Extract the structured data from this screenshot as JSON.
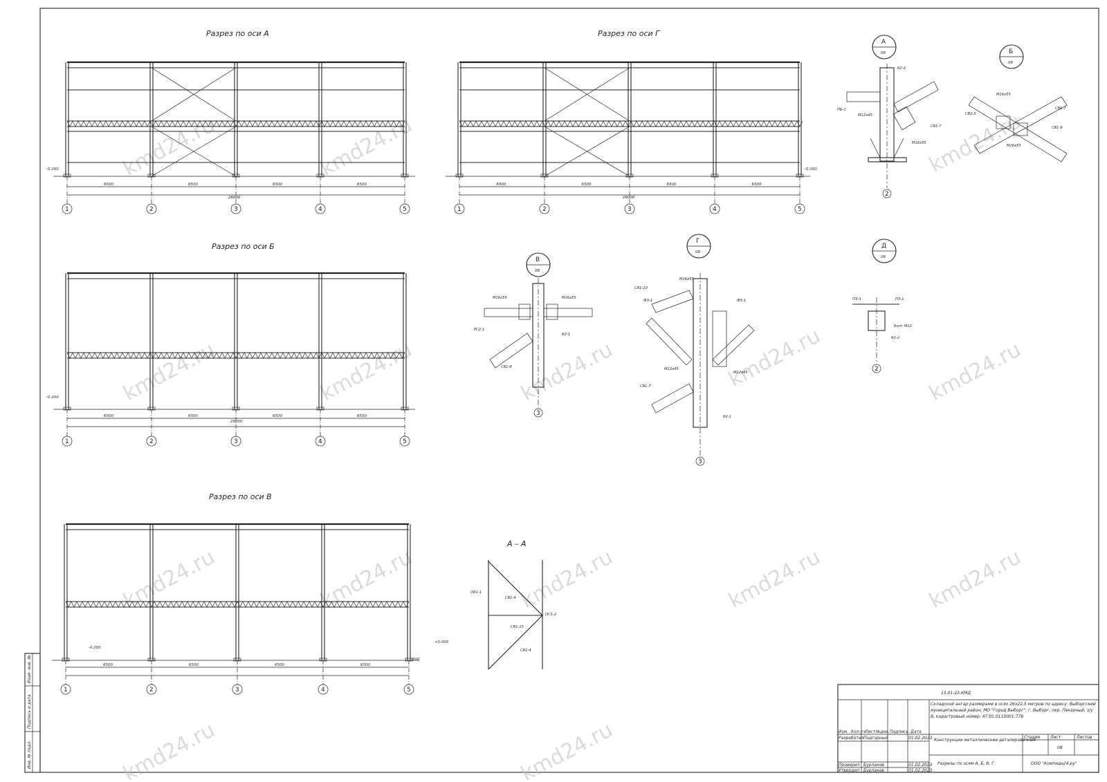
{
  "drawing": {
    "views": [
      {
        "title": "Разрез по оси А",
        "axes": [
          "1",
          "2",
          "3",
          "4",
          "5"
        ],
        "spans": [
          "6500",
          "6500",
          "6500",
          "6500"
        ],
        "total": "26000",
        "level": "-0.200"
      },
      {
        "title": "Разрез по оси Г",
        "axes": [
          "1",
          "2",
          "3",
          "4",
          "5"
        ],
        "spans": [
          "6500",
          "6500",
          "6500",
          "6500"
        ],
        "total": "26000",
        "level": "-0.200"
      },
      {
        "title": "Разрез по оси Б",
        "axes": [
          "1",
          "2",
          "3",
          "4",
          "5"
        ],
        "spans": [
          "6500",
          "6500",
          "6500",
          "6500"
        ],
        "total": "26000",
        "level": "-0.200"
      },
      {
        "title": "Разрез по оси В",
        "axes": [
          "1",
          "2",
          "3",
          "4",
          "5"
        ],
        "spans": [
          "6500",
          "6500",
          "6500",
          "6500"
        ],
        "level": "-0.200",
        "level2": "+0.000",
        "extra_dim": "600"
      }
    ],
    "nodes": [
      {
        "letter": "А",
        "sheet": "08",
        "axis": "2",
        "labels": [
          "К2-2",
          "ПБ-1",
          "М12х45",
          "СВ1-7",
          "М16х55"
        ]
      },
      {
        "letter": "Б",
        "sheet": "08",
        "labels": [
          "М16х55",
          "СВ1-7",
          "СВ2-3",
          "СВ1-9"
        ]
      },
      {
        "letter": "В",
        "sheet": "08",
        "axis": "3",
        "labels": [
          "М16х55",
          "М16х55",
          "РС2-1",
          "К2-1",
          "СВ1-8"
        ]
      },
      {
        "letter": "Г",
        "sheet": "08",
        "axis": "3",
        "labels": [
          "СВ1-10",
          "М16х55",
          "ФЗ-1",
          "М12х45",
          "СВ1-7",
          "К2-1"
        ]
      },
      {
        "letter": "Д",
        "sheet": "08",
        "axis": "2",
        "labels": [
          "ПЗ-3",
          "ПЗ-1",
          "Болт М12",
          "К2-2"
        ]
      }
    ],
    "section_aa": {
      "title": "А – А",
      "labels": [
        "ОК1-1",
        "СВ1-4",
        "СВ1-15",
        "СВ1-4",
        "ОС1-2"
      ]
    },
    "watermark": "kmd24.ru"
  },
  "title_block": {
    "doc_code": "15.01-23.КМД",
    "project": "Складской ангар размерами в осях 26х22,5 метров по адресу: Выборгский муниципальный район, МО \"Город Выборг\", г. Выборг, пер. Пекарный, з/у 8, кадастровый номер: 47:01:0110001:776",
    "section": "Конструкции металлические деталировочные",
    "sheet_title": "Разрезы по осям А, Б, В, Г.",
    "company": "ООО \"Компида24.ру\"",
    "cols": {
      "izm": "Изм.",
      "kol": "Кол.уч",
      "list": "Лист",
      "ndok": "№док.",
      "podp": "Подпись",
      "data": "Дата"
    },
    "stage_h": "Стадия",
    "list_h": "Лист",
    "listov_h": "Листов",
    "sheet_no": "08",
    "roles": [
      {
        "role": "Разработал",
        "name": "Подгорный",
        "date": "01.02.2023"
      },
      {
        "role": "Проверил",
        "name": "Бурлаков",
        "date": "01.02.2023"
      },
      {
        "role": "Утвердил",
        "name": "Бурлаков",
        "date": "01.02.2023"
      }
    ],
    "side": [
      "Взам. инв. №",
      "Подпись и дата",
      "Инв. № подл."
    ]
  }
}
